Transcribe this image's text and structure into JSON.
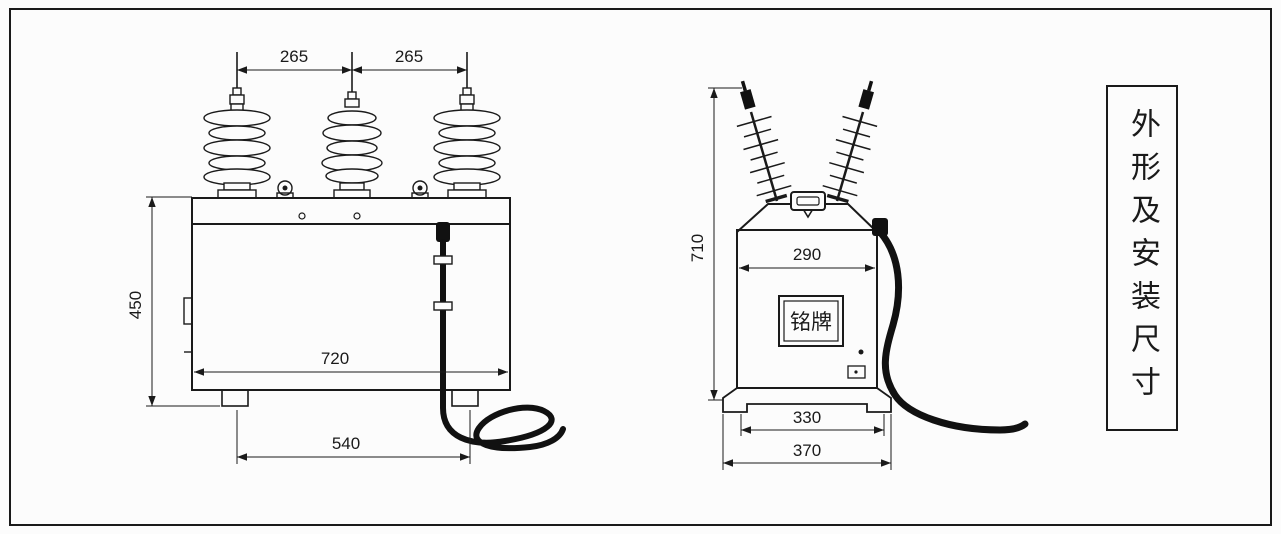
{
  "title": {
    "vertical_text": "外形及安装尺寸"
  },
  "front_view": {
    "dim_pitch_left": "265",
    "dim_pitch_right": "265",
    "dim_height": "450",
    "dim_body_width": "720",
    "dim_foot_span": "540"
  },
  "side_view": {
    "dim_height": "710",
    "dim_body_depth": "290",
    "dim_base_inner": "330",
    "dim_base_outer": "370",
    "nameplate": "铭牌"
  }
}
